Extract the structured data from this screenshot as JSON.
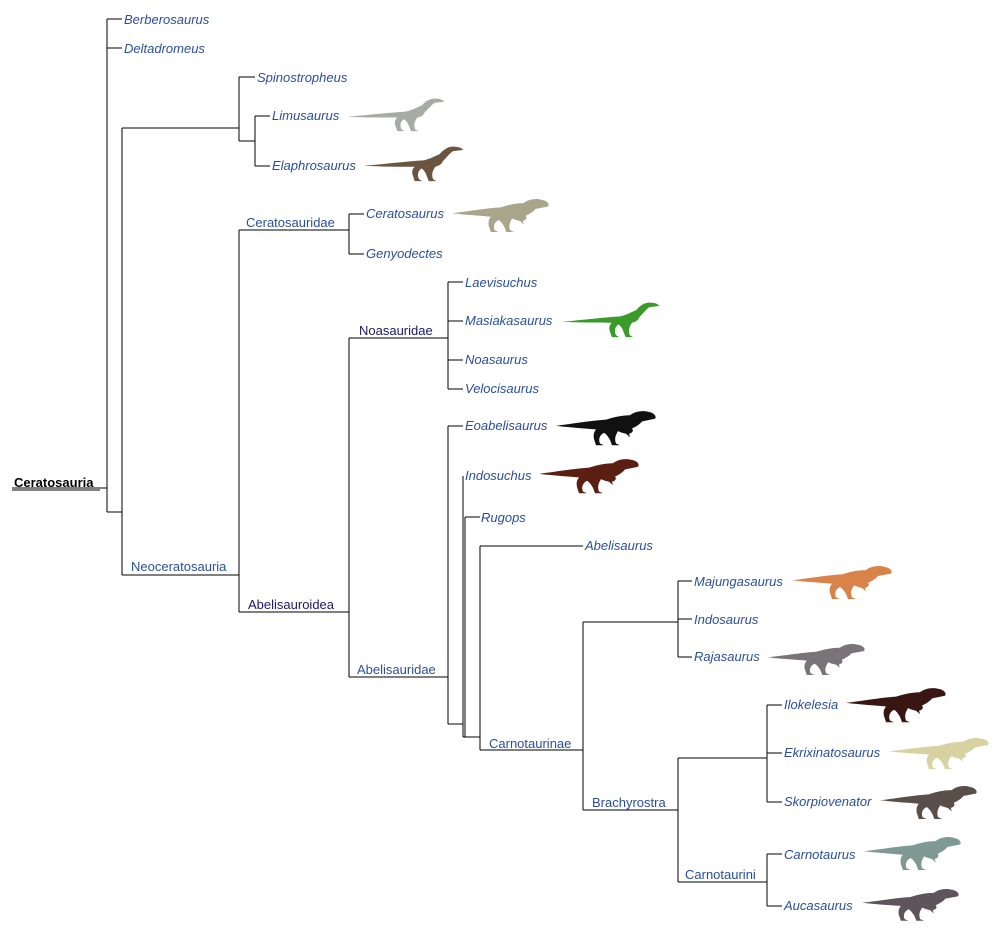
{
  "root_label": "Ceratosauria",
  "clades": {
    "neoceratosauria": "Neoceratosauria",
    "ceratosauridae": "Ceratosauridae",
    "abelisauroidea": "Abelisauroidea",
    "noasauridae": "Noasauridae",
    "abelisauridae": "Abelisauridae",
    "carnotaurinae": "Carnotaurinae",
    "brachyrostra": "Brachyrostra",
    "carnotaurini": "Carnotaurini"
  },
  "taxa": {
    "berberosaurus": "Berberosaurus",
    "deltadromeus": "Deltadromeus",
    "spinostropheus": "Spinostropheus",
    "limusaurus": "Limusaurus",
    "elaphrosaurus": "Elaphrosaurus",
    "ceratosaurus": "Ceratosaurus",
    "genyodectes": "Genyodectes",
    "laevisuchus": "Laevisuchus",
    "masiakasaurus": "Masiakasaurus",
    "noasaurus": "Noasaurus",
    "velocisaurus": "Velocisaurus",
    "eoabelisaurus": "Eoabelisaurus",
    "indosuchus": "Indosuchus",
    "rugops": "Rugops",
    "abelisaurus": "Abelisaurus",
    "majungasaurus": "Majungasaurus",
    "indosaurus": "Indosaurus",
    "rajasaurus": "Rajasaurus",
    "ilokelesia": "Ilokelesia",
    "ekrixinatosaurus": "Ekrixinatosaurus",
    "skorpiovenator": "Skorpiovenator",
    "carnotaurus": "Carnotaurus",
    "aucasaurus": "Aucasaurus"
  },
  "colors": {
    "limusaurus": "#a8aaa4",
    "elaphrosaurus": "#6b5440",
    "ceratosaurus": "#a8a68a",
    "masiakasaurus": "#3a9a2a",
    "eoabelisaurus": "#111111",
    "indosuchus": "#5a1e12",
    "majungasaurus": "#d9824a",
    "rajasaurus": "#7a7378",
    "ilokelesia": "#3a1612",
    "ekrixinatosaurus": "#d8d2a2",
    "skorpiovenator": "#5a4e4a",
    "carnotaurus": "#7f9a94",
    "aucasaurus": "#5e555c"
  }
}
